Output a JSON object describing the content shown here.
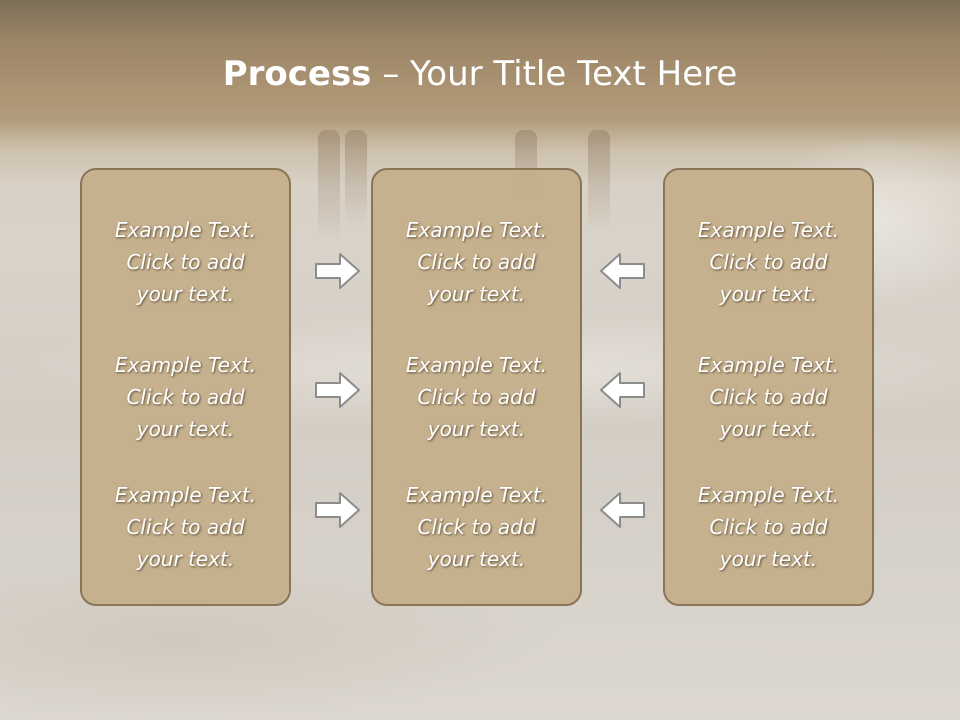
{
  "title": {
    "bold": "Process",
    "rest": " – Your Title Text Here"
  },
  "panels": [
    {
      "items": [
        {
          "l1": "Example Text.",
          "l2": "Click  to add",
          "l3": "your text."
        },
        {
          "l1": "Example Text.",
          "l2": "Click  to add",
          "l3": "your text."
        },
        {
          "l1": "Example Text.",
          "l2": "Click  to add",
          "l3": "your text."
        }
      ]
    },
    {
      "items": [
        {
          "l1": "Example Text.",
          "l2": "Click  to add",
          "l3": "your text."
        },
        {
          "l1": "Example Text.",
          "l2": "Click  to add",
          "l3": "your text."
        },
        {
          "l1": "Example Text.",
          "l2": "Click  to add",
          "l3": "your text."
        }
      ]
    },
    {
      "items": [
        {
          "l1": "Example Text.",
          "l2": "Click  to add",
          "l3": "your text."
        },
        {
          "l1": "Example Text.",
          "l2": "Click  to add",
          "l3": "your text."
        },
        {
          "l1": "Example Text.",
          "l2": "Click  to add",
          "l3": "your text."
        }
      ]
    }
  ],
  "arrows": {
    "left_column": "arrow-right-icon",
    "right_column": "arrow-left-icon"
  },
  "colors": {
    "panel_fill": "#c4ae8a",
    "panel_border": "#8a7559",
    "arrow_fill": "#ffffff",
    "arrow_stroke": "#8c8c8c"
  }
}
